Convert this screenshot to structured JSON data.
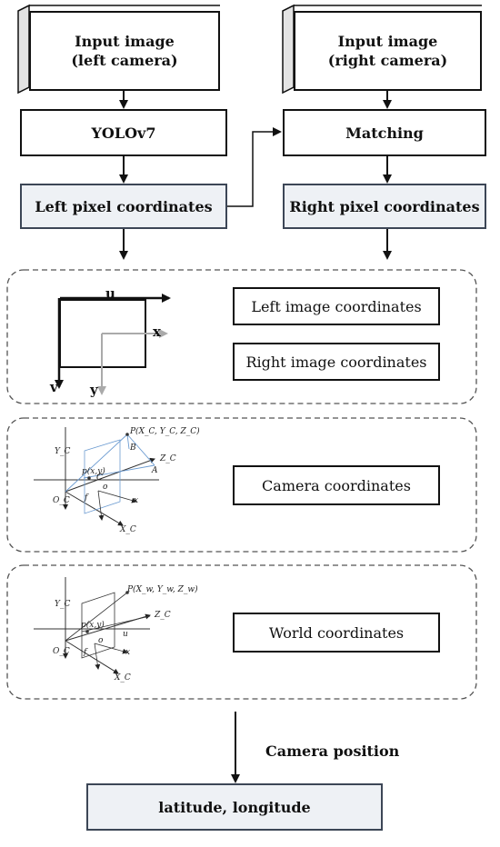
{
  "nodes": {
    "input_left": [
      "Input image",
      "(left camera)"
    ],
    "input_right": [
      "Input image",
      "(right camera)"
    ],
    "yolo": "YOLOv7",
    "matching": "Matching",
    "left_pixel": "Left pixel coordinates",
    "right_pixel": "Right pixel coordinates",
    "left_image_coords": "Left image coordinates",
    "right_image_coords": "Right image coordinates",
    "camera_coords": "Camera coordinates",
    "world_coords": "World coordinates",
    "camera_position": "Camera position",
    "lat_lon": "latitude, longitude"
  },
  "pixel_sketch": {
    "u": "u",
    "v": "v",
    "x": "x",
    "y": "y"
  },
  "camera_sketch": {
    "point": "P(X_C, Y_C, Z_C)",
    "b": "B",
    "a": "A",
    "c": "C",
    "yc": "Y_C",
    "zc": "Z_C",
    "oc": "O_C",
    "xc": "X_C",
    "pxy": "p(x,y)",
    "o": "o",
    "f": "f",
    "x": "x"
  },
  "world_sketch": {
    "point": "P(X_w, Y_w, Z_w)",
    "yc": "Y_C",
    "zc": "Z_C",
    "oc": "O_C",
    "xc": "X_C",
    "pxy": "p(x,y)",
    "o": "o",
    "f": "f",
    "x": "x",
    "u": "u"
  }
}
